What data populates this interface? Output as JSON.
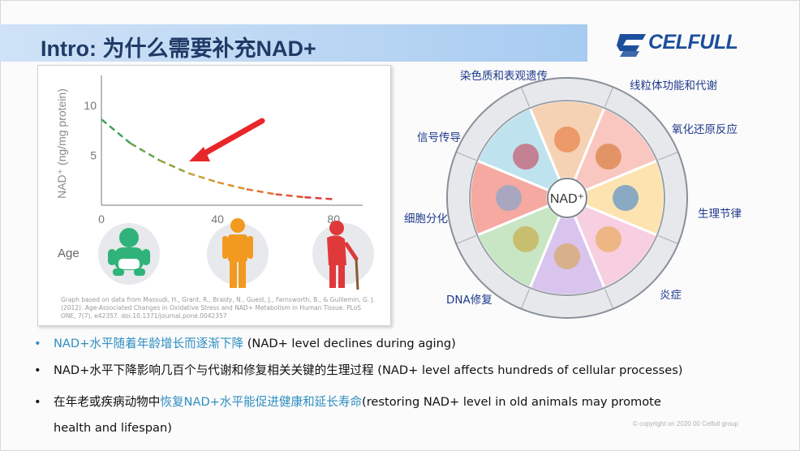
{
  "slide": {
    "title": "Intro: 为什么需要补充NAD+",
    "logo_text": "CELFULL",
    "copyright": "© copyright on 2020 00 Celfull group"
  },
  "chart": {
    "ylabel": "NAD⁺ (ng/mg protein)",
    "xlabel": "Age",
    "caption": "Graph based on data from Massudi, H., Grant, R., Braidy, N., Guest, J., Farnsworth, B., & Guillemin, G. J. (2012). Age-Associated Changes in Oxidative Stress and NAD+ Metabolism in Human Tissue. PLoS ONE, 7(7), e42357. doi:10.1371/journal.pone.0042357"
  },
  "chart_data": {
    "type": "line",
    "title": "",
    "xlabel": "Age",
    "ylabel": "NAD⁺ (ng/mg protein)",
    "xlim": [
      0,
      90
    ],
    "ylim": [
      0,
      13
    ],
    "xticks": [
      0,
      40,
      80
    ],
    "yticks": [
      5,
      10
    ],
    "series": [
      {
        "x": [
          0,
          10,
          20,
          30,
          40,
          50,
          60,
          70,
          80
        ],
        "values": [
          8.6,
          6.2,
          4.5,
          3.2,
          2.3,
          1.6,
          1.1,
          0.8,
          0.6
        ]
      }
    ],
    "colors": {
      "start": "#3aa55c",
      "mid": "#e0a02a",
      "end": "#e0393a"
    },
    "grid": false
  },
  "wheel": {
    "center": "NAD⁺",
    "labels": {
      "chromatin": "染色质和表观遗传",
      "mito": "线粒体功能和代谢",
      "redox": "氧化还原反应",
      "signal": "信号传导",
      "circadian": "生理节律",
      "diff": "细胞分化",
      "dna": "DNA修复",
      "inflammation": "炎症"
    }
  },
  "bullets": [
    {
      "highlight": "NAD+水平随着年龄增长而逐渐下降",
      "text": " (NAD+ level declines during aging)"
    },
    {
      "text": "NAD+水平下降影响几百个与代谢和修复相关关键的生理过程 (NAD+ level affects hundreds of cellular processes)"
    },
    {
      "pre": "在年老或疾病动物中",
      "highlight": "恢复NAD+水平能促进健康和延长寿命",
      "text": "(restoring NAD+ level in old animals may promote",
      "cont": "health and lifespan)"
    }
  ],
  "icons": {
    "bullet": "•"
  }
}
